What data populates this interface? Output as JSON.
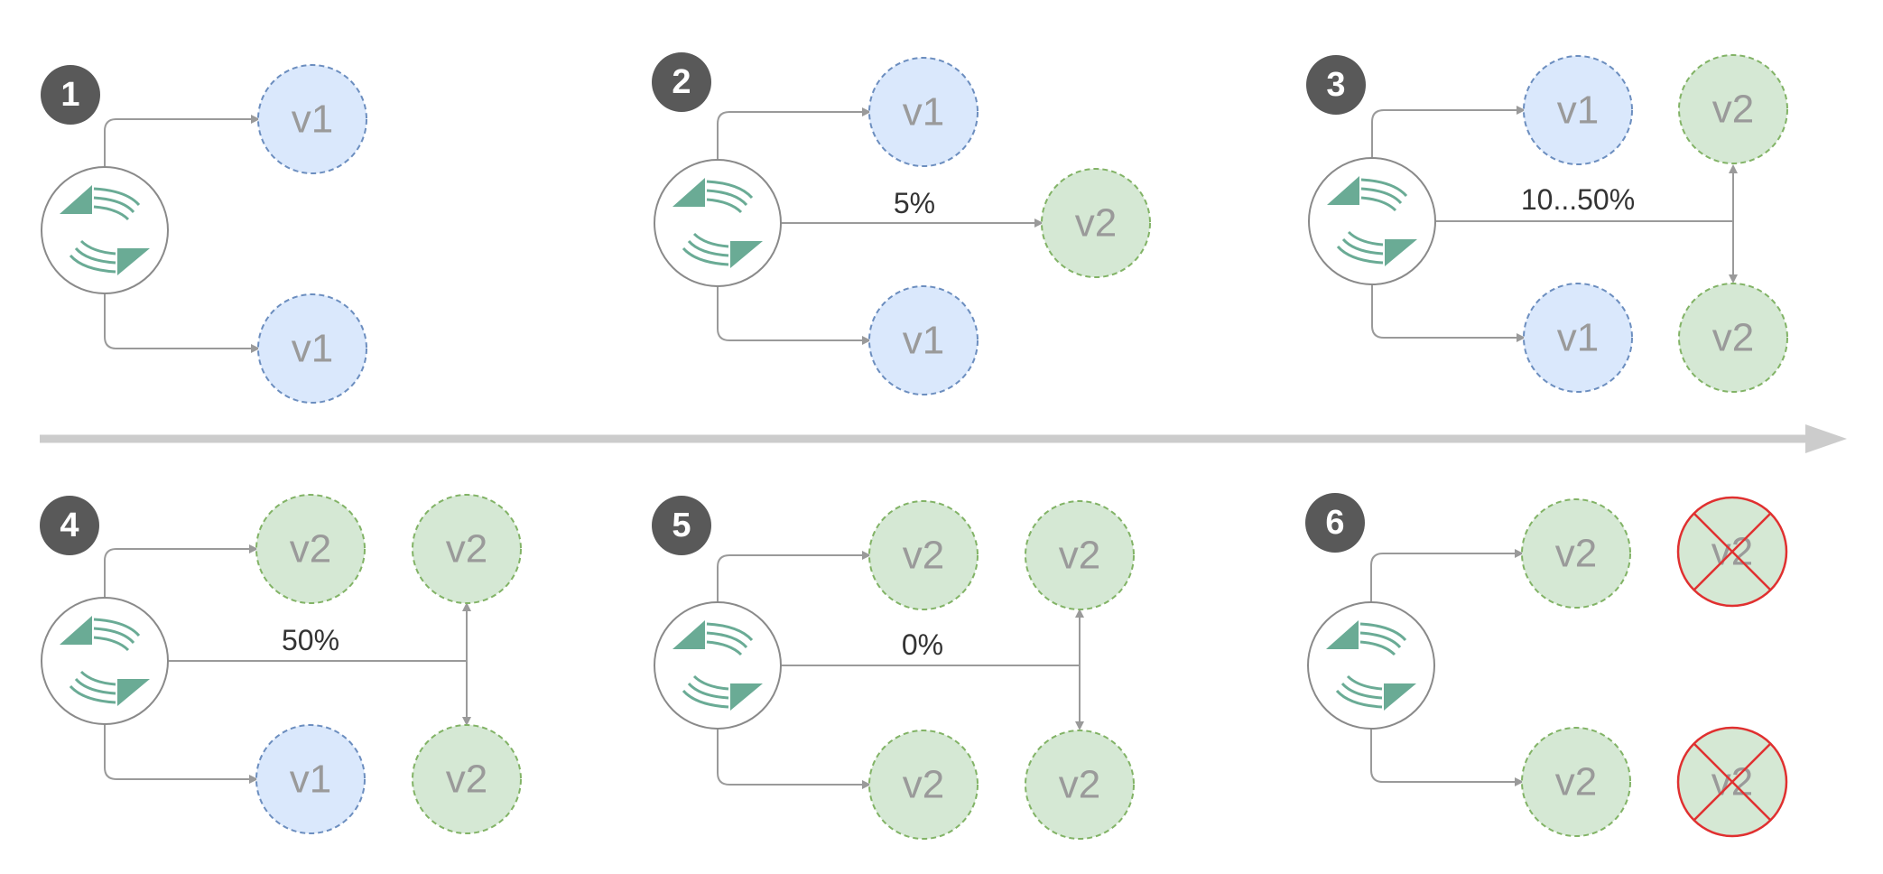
{
  "timeline": {
    "color": "#cccccc"
  },
  "colors": {
    "v1_fill": "#dae8fc",
    "v2_fill": "#d5e8d4",
    "edge": "#9a9a9a",
    "badge": "#595959",
    "cancel": "#e03030",
    "logo": "#6aab95"
  },
  "stages": [
    {
      "step": "1",
      "traffic_label": "",
      "nodes": [
        {
          "label": "v1",
          "version": "v1"
        },
        {
          "label": "v1",
          "version": "v1"
        }
      ]
    },
    {
      "step": "2",
      "traffic_label": "5%",
      "nodes": [
        {
          "label": "v1",
          "version": "v1"
        },
        {
          "label": "v1",
          "version": "v1"
        },
        {
          "label": "v2",
          "version": "v2"
        }
      ]
    },
    {
      "step": "3",
      "traffic_label": "10...50%",
      "nodes": [
        {
          "label": "v1",
          "version": "v1"
        },
        {
          "label": "v1",
          "version": "v1"
        },
        {
          "label": "v2",
          "version": "v2"
        },
        {
          "label": "v2",
          "version": "v2"
        }
      ]
    },
    {
      "step": "4",
      "traffic_label": "50%",
      "nodes": [
        {
          "label": "v2",
          "version": "v2"
        },
        {
          "label": "v1",
          "version": "v1"
        },
        {
          "label": "v2",
          "version": "v2"
        },
        {
          "label": "v2",
          "version": "v2"
        }
      ]
    },
    {
      "step": "5",
      "traffic_label": "0%",
      "nodes": [
        {
          "label": "v2",
          "version": "v2"
        },
        {
          "label": "v2",
          "version": "v2"
        },
        {
          "label": "v2",
          "version": "v2"
        },
        {
          "label": "v2",
          "version": "v2"
        }
      ]
    },
    {
      "step": "6",
      "traffic_label": "",
      "nodes": [
        {
          "label": "v2",
          "version": "v2"
        },
        {
          "label": "v2",
          "version": "v2"
        },
        {
          "label": "v2",
          "version": "v2",
          "removed": true
        },
        {
          "label": "v2",
          "version": "v2",
          "removed": true
        }
      ]
    }
  ]
}
